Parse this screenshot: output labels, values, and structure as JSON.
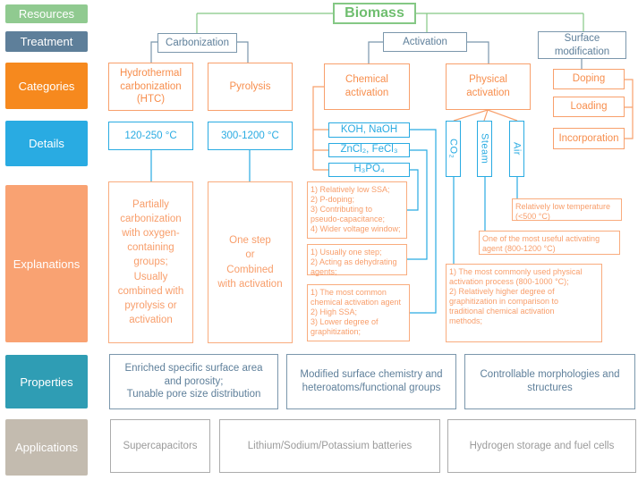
{
  "title": "Biomass-derived carbon flowchart",
  "colors": {
    "green": "#85C885",
    "green_fill": "#90CA90",
    "slate_fill": "#5E7F9A",
    "slate_border": "#7B97AC",
    "orange_fill": "#F6891E",
    "orange_text": "#F78E4D",
    "orange_border": "#F8A06C",
    "cyan": "#29ABE2",
    "salmon_fill": "#F9A272",
    "teal_fill": "#2F9DB4",
    "tan_fill": "#C3BBAF",
    "gray_border": "#ACACAC",
    "gray_text": "#9B9B9B"
  },
  "sidebar": {
    "items": [
      {
        "label": "Resources"
      },
      {
        "label": "Treatment"
      },
      {
        "label": "Categories"
      },
      {
        "label": "Details"
      },
      {
        "label": "Explanations"
      },
      {
        "label": "Properties"
      },
      {
        "label": "Applications"
      }
    ]
  },
  "root": {
    "label": "Biomass"
  },
  "treatment": {
    "carbonization": "Carbonization",
    "activation": "Activation",
    "surface_modification": "Surface modification"
  },
  "categories": {
    "htc": "Hydrothermal carbonization (HTC)",
    "pyrolysis": "Pyrolysis",
    "chemical": "Chemical activation",
    "physical": "Physical activation",
    "doping": "Doping",
    "loading": "Loading",
    "incorporation": "Incorporation"
  },
  "details": {
    "htc_temp": "120-250 °C",
    "pyrolysis_temp": "300-1200 °C",
    "chem_agent_1": "KOH, NaOH",
    "chem_agent_2": "ZnCl₂, FeCl₃",
    "chem_agent_3": "H₃PO₄",
    "phys_agent_1": "CO₂",
    "phys_agent_2": "Steam",
    "phys_agent_3": "Air"
  },
  "explanations": {
    "htc": "Partially\ncarbonization\nwith oxygen-\ncontaining\ngroups;\nUsually\ncombined with\npyrolysis or\nactivation",
    "pyrolysis": "One step\nor\nCombined\nwith activation",
    "h3po4": "1) Relatively low SSA;\n2) P-doping;\n3) Contributing to\npseudo-capacitance;\n4) Wider voltage window;",
    "zncl": "1) Usually one step;\n2) Acting as dehydrating\nagents;",
    "koh": "1) The most common\nchemical activation agent\n2) High SSA;\n3) Lower degree of\ngraphitization;",
    "air": "Relatively low temperature\n(<500 °C)",
    "steam": "One of the most useful activating\nagent (800-1200 °C)",
    "co2": "1) The most commonly used physical\nactivation process (800-1000 °C);\n2) Relatively higher degree of\ngraphitization in comparison to\ntraditional chemical activation\nmethods;"
  },
  "properties": {
    "items": [
      "Enriched specific surface area\nand porosity;\nTunable pore size distribution",
      "Modified surface chemistry and\nheteroatoms/functional groups",
      "Controllable morphologies and\nstructures"
    ]
  },
  "applications": {
    "items": [
      "Supercapacitors",
      "Lithium/Sodium/Potassium batteries",
      "Hydrogen storage and fuel cells"
    ]
  }
}
